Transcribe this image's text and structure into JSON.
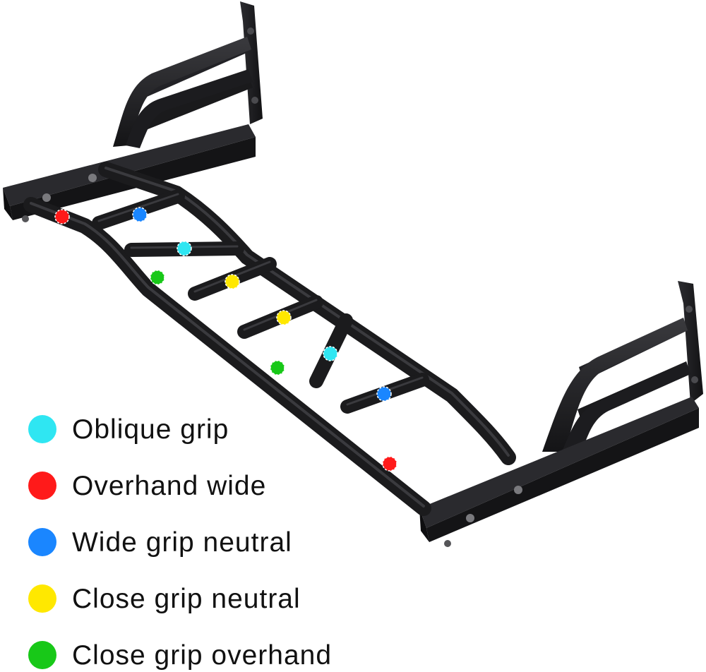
{
  "image": {
    "subject": "pull-up-bar-icon",
    "background": "#ffffff",
    "frame_color": "#1b1b1d",
    "frame_highlight": "#3a3a3e"
  },
  "legend": {
    "items": [
      {
        "label": "Oblique grip",
        "color": "#2fe6f2"
      },
      {
        "label": "Overhand wide",
        "color": "#ff1a1a"
      },
      {
        "label": "Wide grip neutral",
        "color": "#1a86ff"
      },
      {
        "label": "Close grip neutral",
        "color": "#ffe800"
      },
      {
        "label": "Close grip overhand",
        "color": "#18c818"
      }
    ]
  }
}
